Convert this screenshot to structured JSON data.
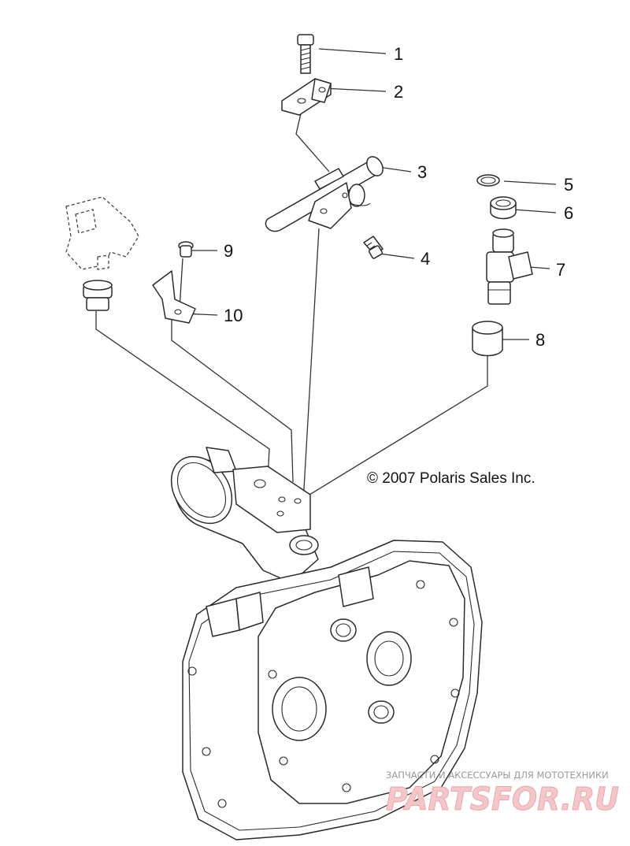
{
  "copyright": "© 2007 Polaris Sales Inc.",
  "callouts": [
    "1",
    "2",
    "3",
    "4",
    "5",
    "6",
    "7",
    "8",
    "9",
    "10"
  ],
  "watermark": {
    "tagline": "ЗАПЧАСТИ И АКСЕССУАРЫ ДЛЯ МОТОТЕХНИКИ",
    "logo": "PARTSFOR.RU"
  },
  "colors": {
    "line": "#2a2a2a",
    "watermark_logo": "#f3c6c9",
    "watermark_text": "#9a9a9a"
  }
}
